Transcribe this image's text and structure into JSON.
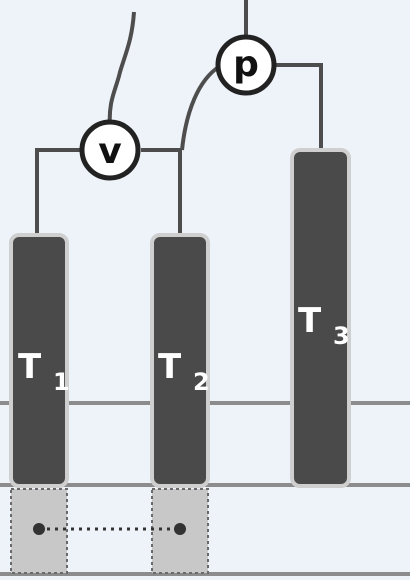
{
  "diagram": {
    "terminals": [
      {
        "id": "T1",
        "label": "T",
        "subscript": "1"
      },
      {
        "id": "T2",
        "label": "T",
        "subscript": "2"
      },
      {
        "id": "T3",
        "label": "T",
        "subscript": "3"
      }
    ],
    "nodes": [
      {
        "id": "v",
        "label": "v"
      },
      {
        "id": "p",
        "label": "p"
      }
    ],
    "colors": {
      "background": "#eef3fa",
      "terminal_fill": "#4a4a4a",
      "terminal_stroke": "#cfcfcf",
      "wire": "#4d4d4d",
      "guide_line": "#8c8c8c",
      "leaf_box_fill": "#c8c8c8",
      "leaf_box_stroke": "#6a6a6a",
      "node_fill": "#ffffff",
      "node_stroke": "#222222"
    }
  }
}
